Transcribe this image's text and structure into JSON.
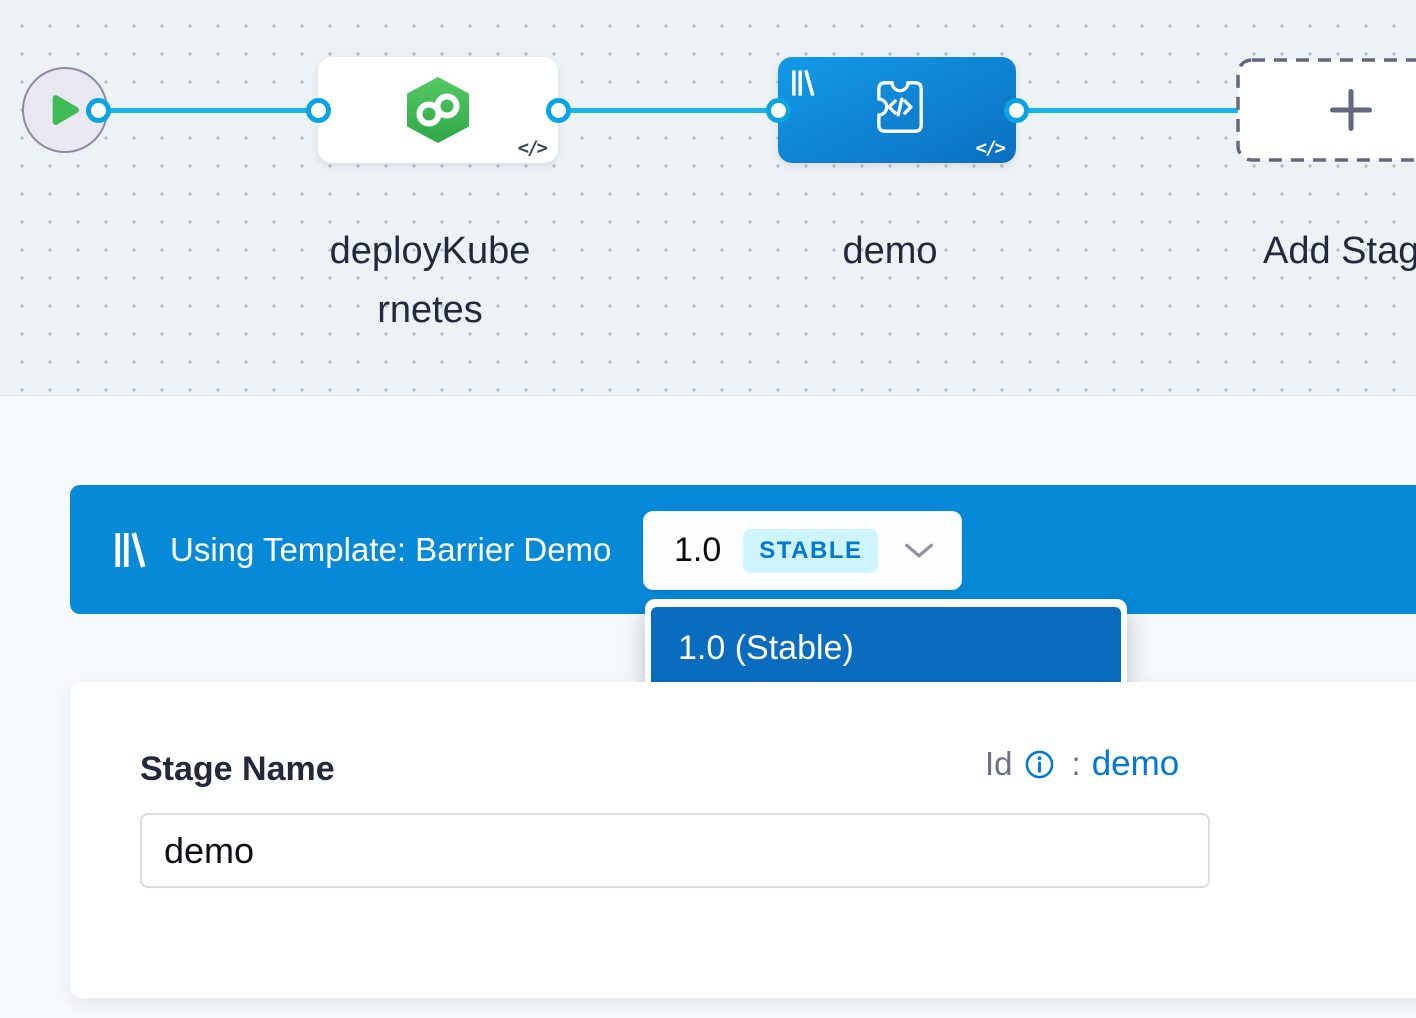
{
  "canvas": {
    "start_node": {
      "icon": "play-icon",
      "play_color": "#3fba55"
    },
    "stages": [
      {
        "id": "deployKubernetes",
        "label": "deployKubernetes",
        "icon": "kubernetes-deploy-icon",
        "yaml_badge": "</>"
      },
      {
        "id": "demo",
        "label": "demo",
        "icon": "custom-stage-icon",
        "template_icon": "template-icon",
        "yaml_badge": "</>",
        "selected": true
      }
    ],
    "add_stage": {
      "label": "Add Stage",
      "icon": "plus-icon"
    }
  },
  "template_banner": {
    "icon": "template-icon",
    "text": "Using Template: Barrier Demo",
    "version_selector": {
      "version": "1.0",
      "badge": "STABLE",
      "icon": "chevron-down-icon"
    },
    "dropdown": {
      "items": [
        {
          "label": "1.0 (Stable)",
          "selected": true
        }
      ]
    }
  },
  "stage_form": {
    "name_label": "Stage Name",
    "id_label": "Id",
    "id_info_icon": "info-icon",
    "id_separator": ":",
    "id_value": "demo",
    "name_input": {
      "value": "demo"
    }
  },
  "colors": {
    "banner_blue": "#068ad8",
    "dropdown_item_blue": "#0a6cbe",
    "accent_blue": "#0278d5",
    "connector_blue": "#17b5e9",
    "node_green": "#42bb53",
    "stable_badge_bg": "#cdf4ff"
  }
}
